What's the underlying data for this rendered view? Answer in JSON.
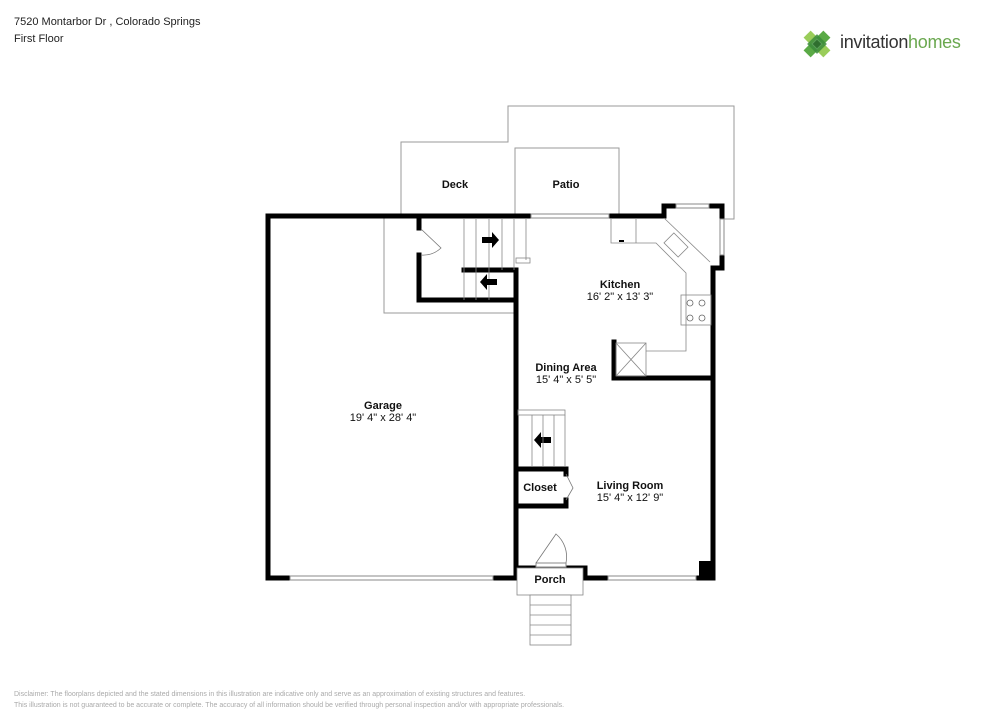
{
  "header": {
    "address": "7520 Montarbor Dr , Colorado Springs",
    "floor": "First Floor"
  },
  "logo": {
    "word1": "invitation",
    "word2": "homes",
    "icon": "clover-tile-icon",
    "colors": {
      "dark": "#3c8c3c",
      "mid": "#5aaa46",
      "light": "#9acd5a",
      "text": "#333333",
      "accent": "#6aa84f"
    }
  },
  "rooms": {
    "deck": {
      "name": "Deck"
    },
    "patio": {
      "name": "Patio"
    },
    "kitchen": {
      "name": "Kitchen",
      "dims": "16' 2\" x 13' 3\""
    },
    "dining": {
      "name": "Dining Area",
      "dims": "15' 4\" x 5' 5\""
    },
    "garage": {
      "name": "Garage",
      "dims": "19' 4\" x 28' 4\""
    },
    "living": {
      "name": "Living Room",
      "dims": "15' 4\" x 12' 9\""
    },
    "closet": {
      "name": "Closet"
    },
    "porch": {
      "name": "Porch"
    }
  },
  "disclaimer": {
    "line1": "Disclaimer: The floorplans depicted and the stated dimensions in this illustration are indicative only and serve as an approximation of existing structures and features.",
    "line2": "This illustration is not guaranteed to be accurate or complete. The accuracy of all information should be verified through personal inspection and/or with appropriate professionals."
  }
}
